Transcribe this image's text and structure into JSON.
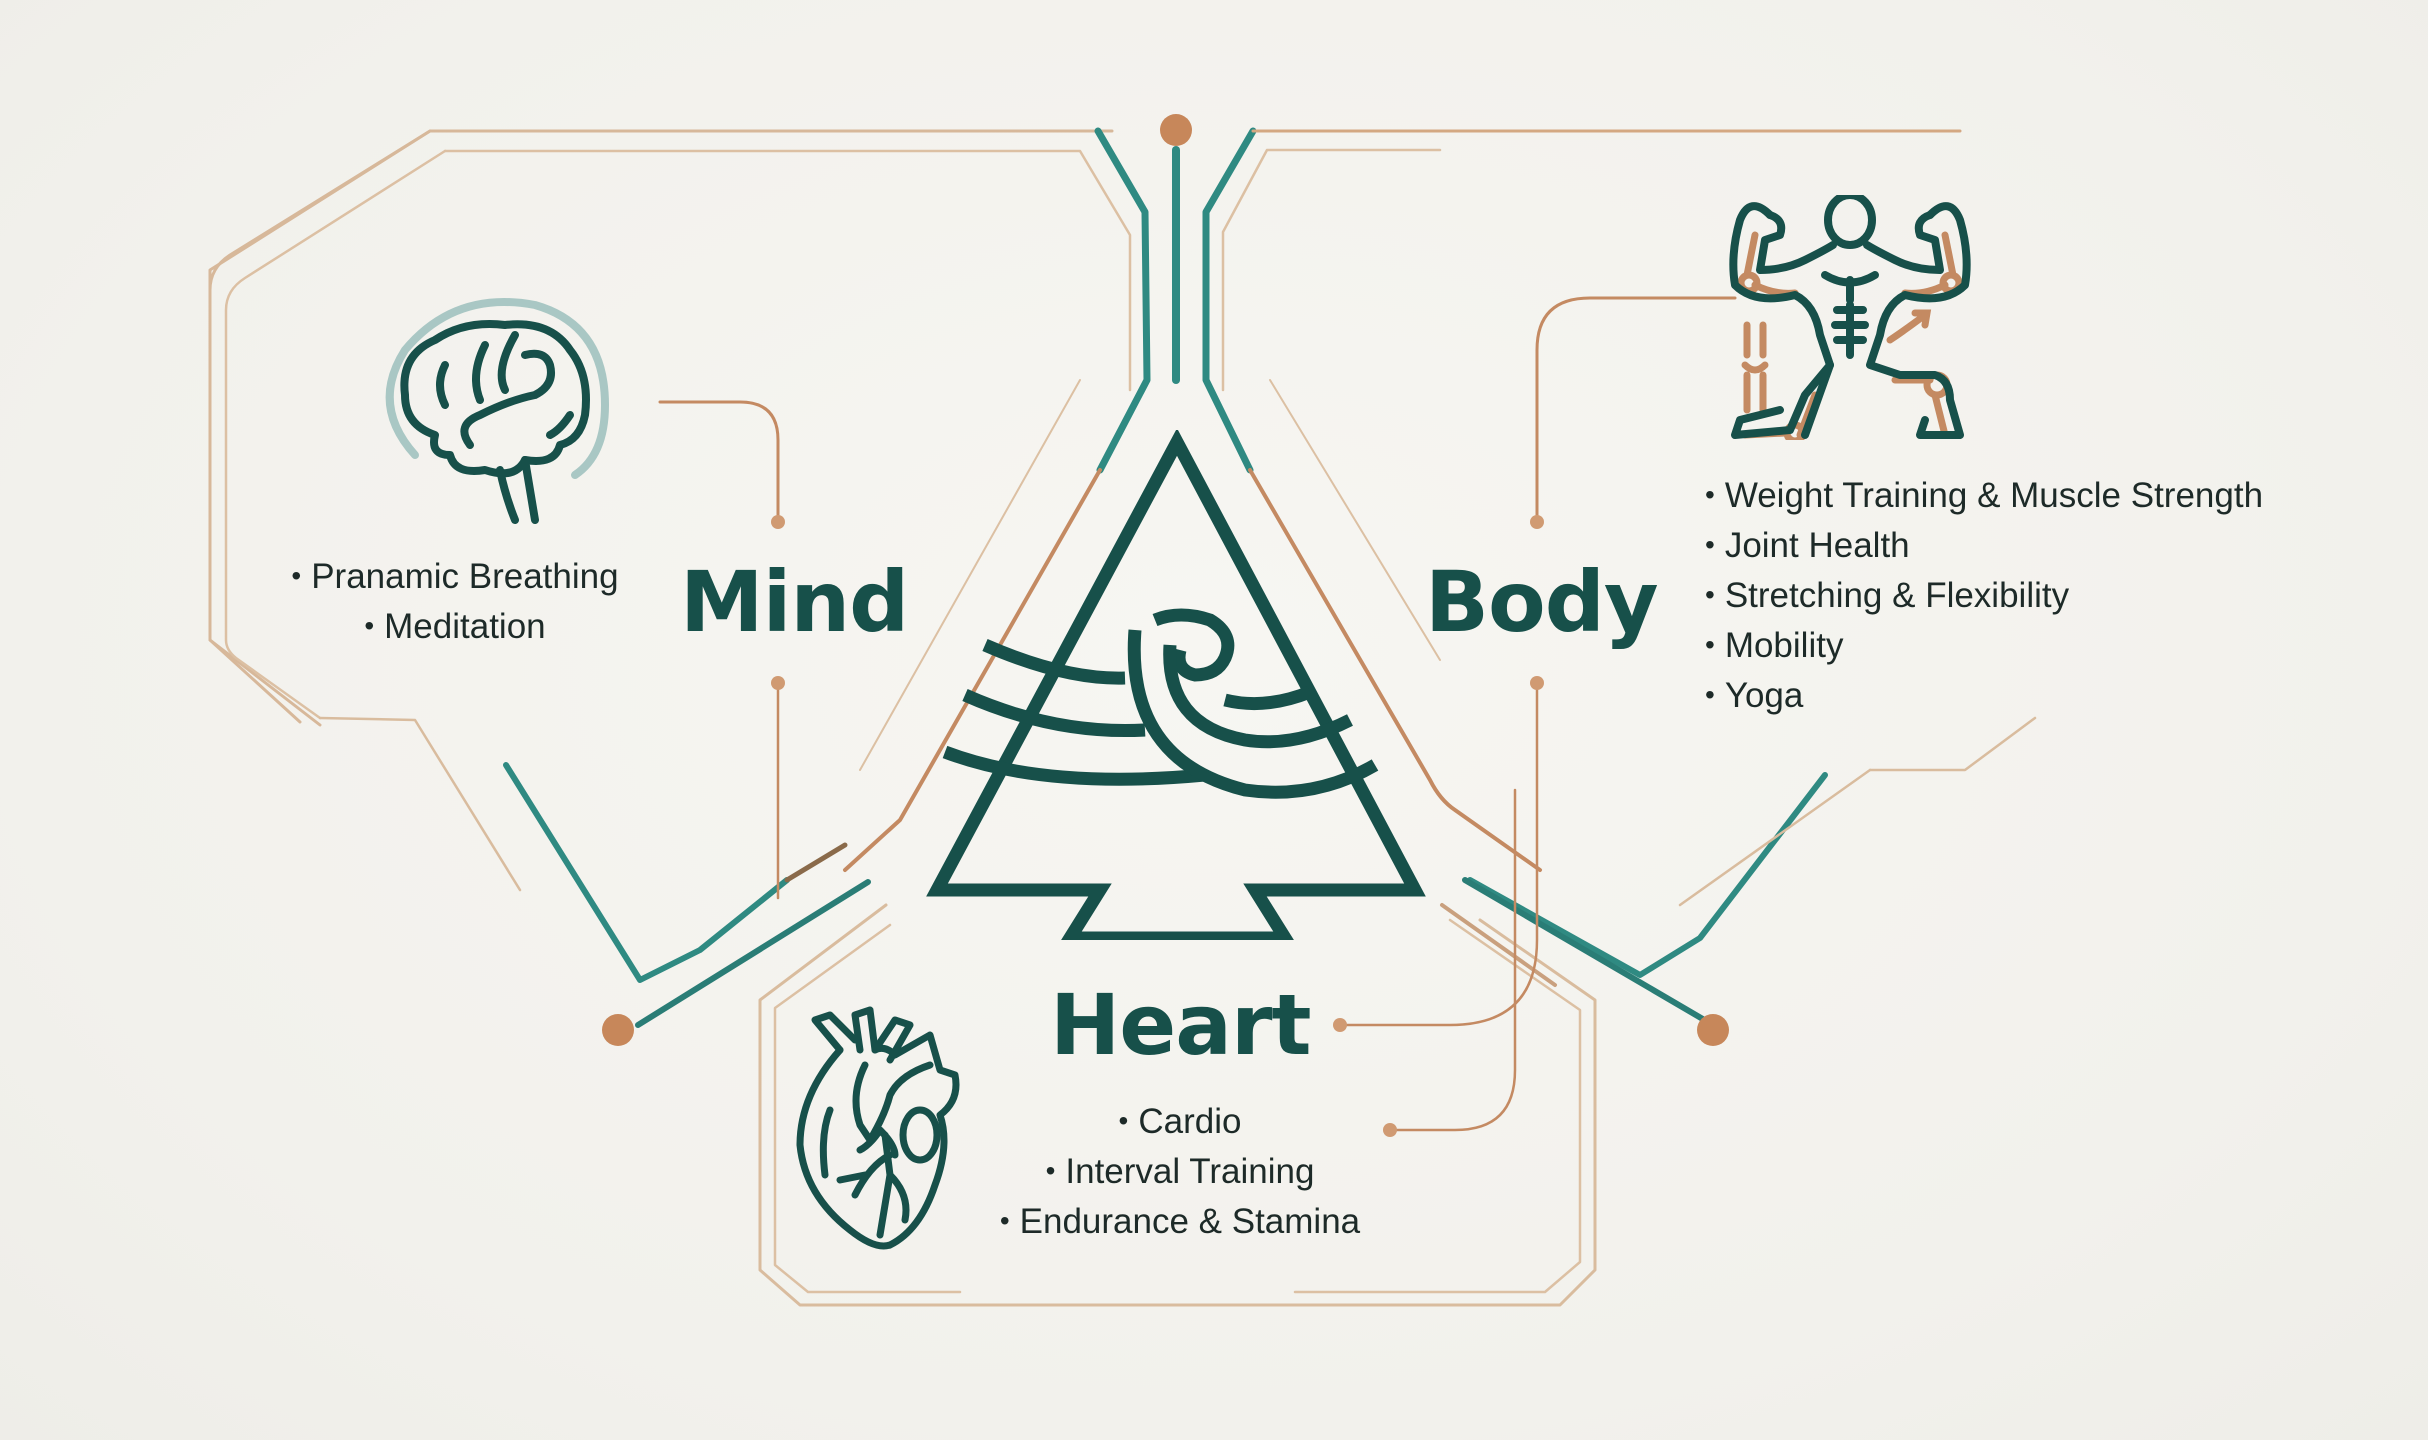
{
  "diagram": {
    "center_emblem": "triangle-wave-emblem",
    "colors": {
      "primary_teal": "#17504a",
      "accent_teal": "#2f8a82",
      "copper": "#c48a62",
      "tan_line": "#d4b394",
      "text_dark": "#1d2a28",
      "background": "#f4f3ef"
    },
    "sections": {
      "mind": {
        "title": "Mind",
        "icon": "brain-icon",
        "items": [
          "Pranamic Breathing",
          "Meditation"
        ]
      },
      "body": {
        "title": "Body",
        "icon": "muscular-figure-icon",
        "items": [
          "Weight Training & Muscle Strength",
          "Joint Health",
          "Stretching & Flexibility",
          "Mobility",
          "Yoga"
        ]
      },
      "heart": {
        "title": "Heart",
        "icon": "anatomical-heart-icon",
        "items": [
          "Cardio",
          "Interval Training",
          "Endurance & Stamina"
        ]
      }
    }
  }
}
